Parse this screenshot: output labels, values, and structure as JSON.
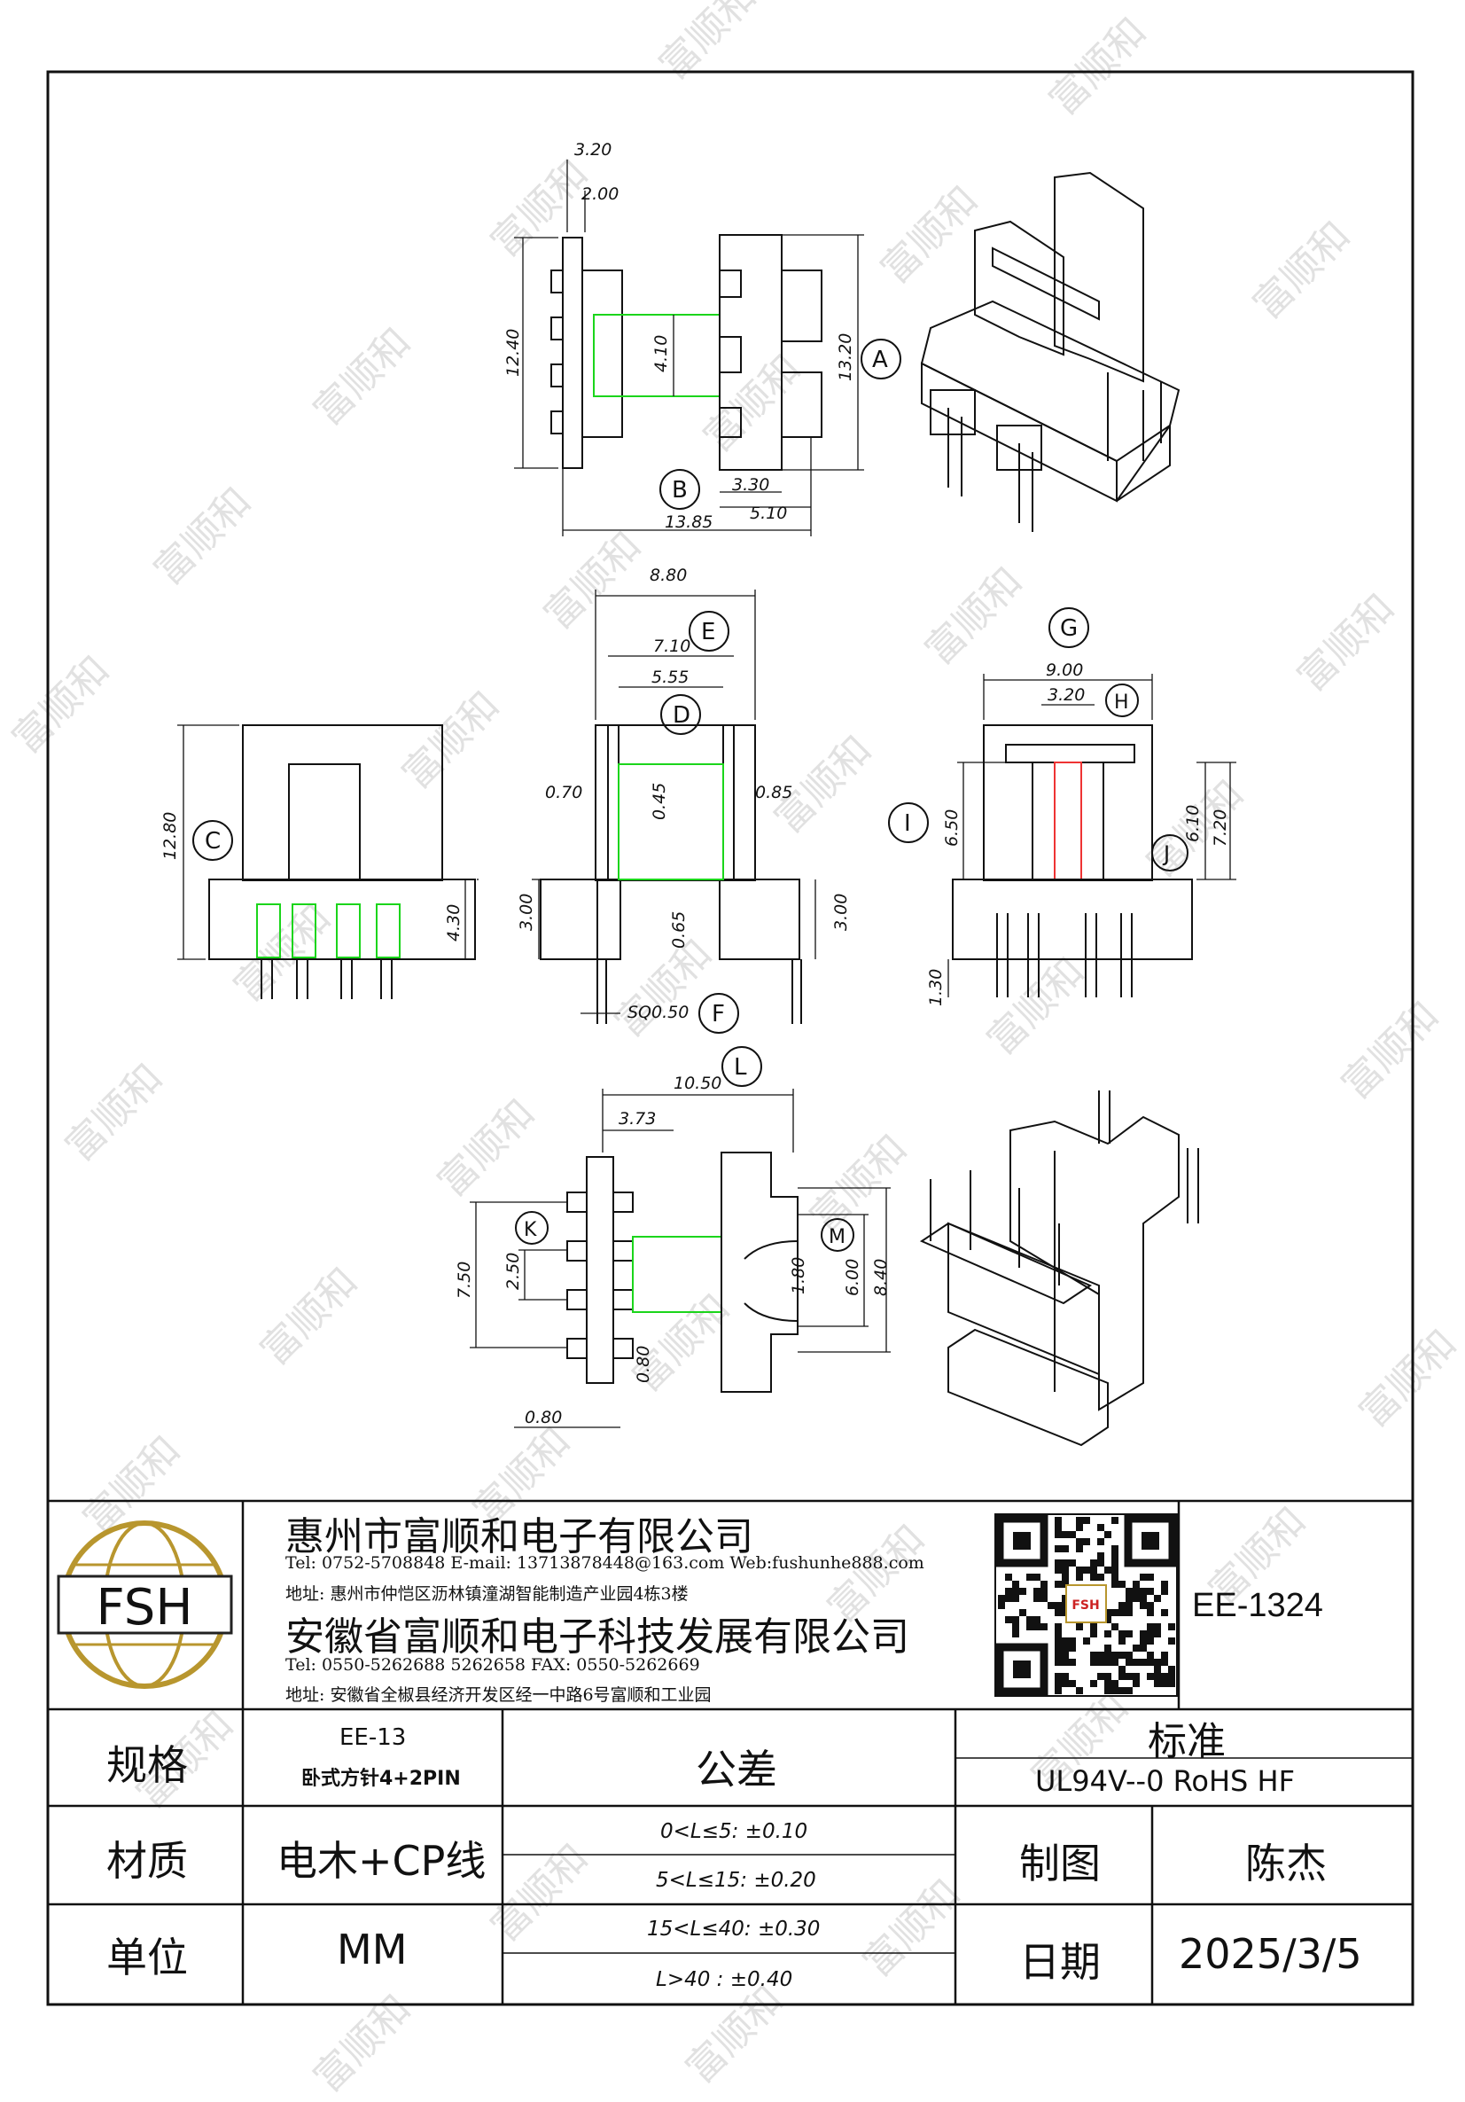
{
  "drawing": {
    "part_number": "EE-1324",
    "dims": {
      "d_3_20": "3.20",
      "d_2_00": "2.00",
      "d_12_40": "12.40",
      "d_4_10": "4.10",
      "d_13_20": "13.20",
      "d_3_30": "3.30",
      "d_5_10": "5.10",
      "d_13_85": "13.85",
      "d_8_80": "8.80",
      "d_7_10": "7.10",
      "d_5_55": "5.55",
      "d_0_70": "0.70",
      "d_0_45": "0.45",
      "d_0_85": "0.85",
      "d_3_00a": "3.00",
      "d_0_65": "0.65",
      "d_3_00b": "3.00",
      "d_sq": "SQ0.50",
      "d_12_80": "12.80",
      "d_4_30": "4.30",
      "d_9_00": "9.00",
      "d_3_20b": "3.20",
      "d_6_50": "6.50",
      "d_6_10": "6.10",
      "d_7_20": "7.20",
      "d_1_30": "1.30",
      "d_10_50": "10.50",
      "d_3_73": "3.73",
      "d_7_50": "7.50",
      "d_2_50": "2.50",
      "d_0_80a": "0.80",
      "d_0_80b": "0.80",
      "d_1_80": "1.80",
      "d_6_00": "6.00",
      "d_8_40": "8.40"
    },
    "callouts": {
      "A": "A",
      "B": "B",
      "C": "C",
      "D": "D",
      "E": "E",
      "F": "F",
      "G": "G",
      "H": "H",
      "I": "I",
      "J": "J",
      "K": "K",
      "L": "L",
      "M": "M"
    },
    "watermark": "富顺和"
  },
  "title_block": {
    "logo_text": "FSH",
    "company1": "惠州市富顺和电子有限公司",
    "company1_contact": "Tel: 0752-5708848  E-mail: 13713878448@163.com  Web:fushunhe888.com",
    "company1_address": "地址: 惠州市仲恺区沥林镇潼湖智能制造产业园4栋3楼",
    "company2": "安徽省富顺和电子科技发展有限公司",
    "company2_contact": "Tel: 0550-5262688  5262658     FAX: 0550-5262669",
    "company2_address": "地址: 安徽省全椒县经济开发区经一中路6号富顺和工业园",
    "qr_label": "FSH",
    "part_number": "EE-1324",
    "spec_label": "规格",
    "spec_value_1": "EE-13",
    "spec_value_2": "卧式方针4+2PIN",
    "tolerance_label": "公差",
    "standard_label": "标准",
    "standard_value": "UL94V--0  RoHS HF",
    "material_label": "材质",
    "material_value": "电木+CP线",
    "tol_1": "0<L≤5: ±0.10",
    "tol_2": "5<L≤15: ±0.20",
    "tol_3": "15<L≤40: ±0.30",
    "tol_4": "L>40 :  ±0.40",
    "drawn_label": "制图",
    "drawn_value": "陈杰",
    "unit_label": "单位",
    "unit_value": "MM",
    "date_label": "日期",
    "date_value": "2025/3/5"
  }
}
